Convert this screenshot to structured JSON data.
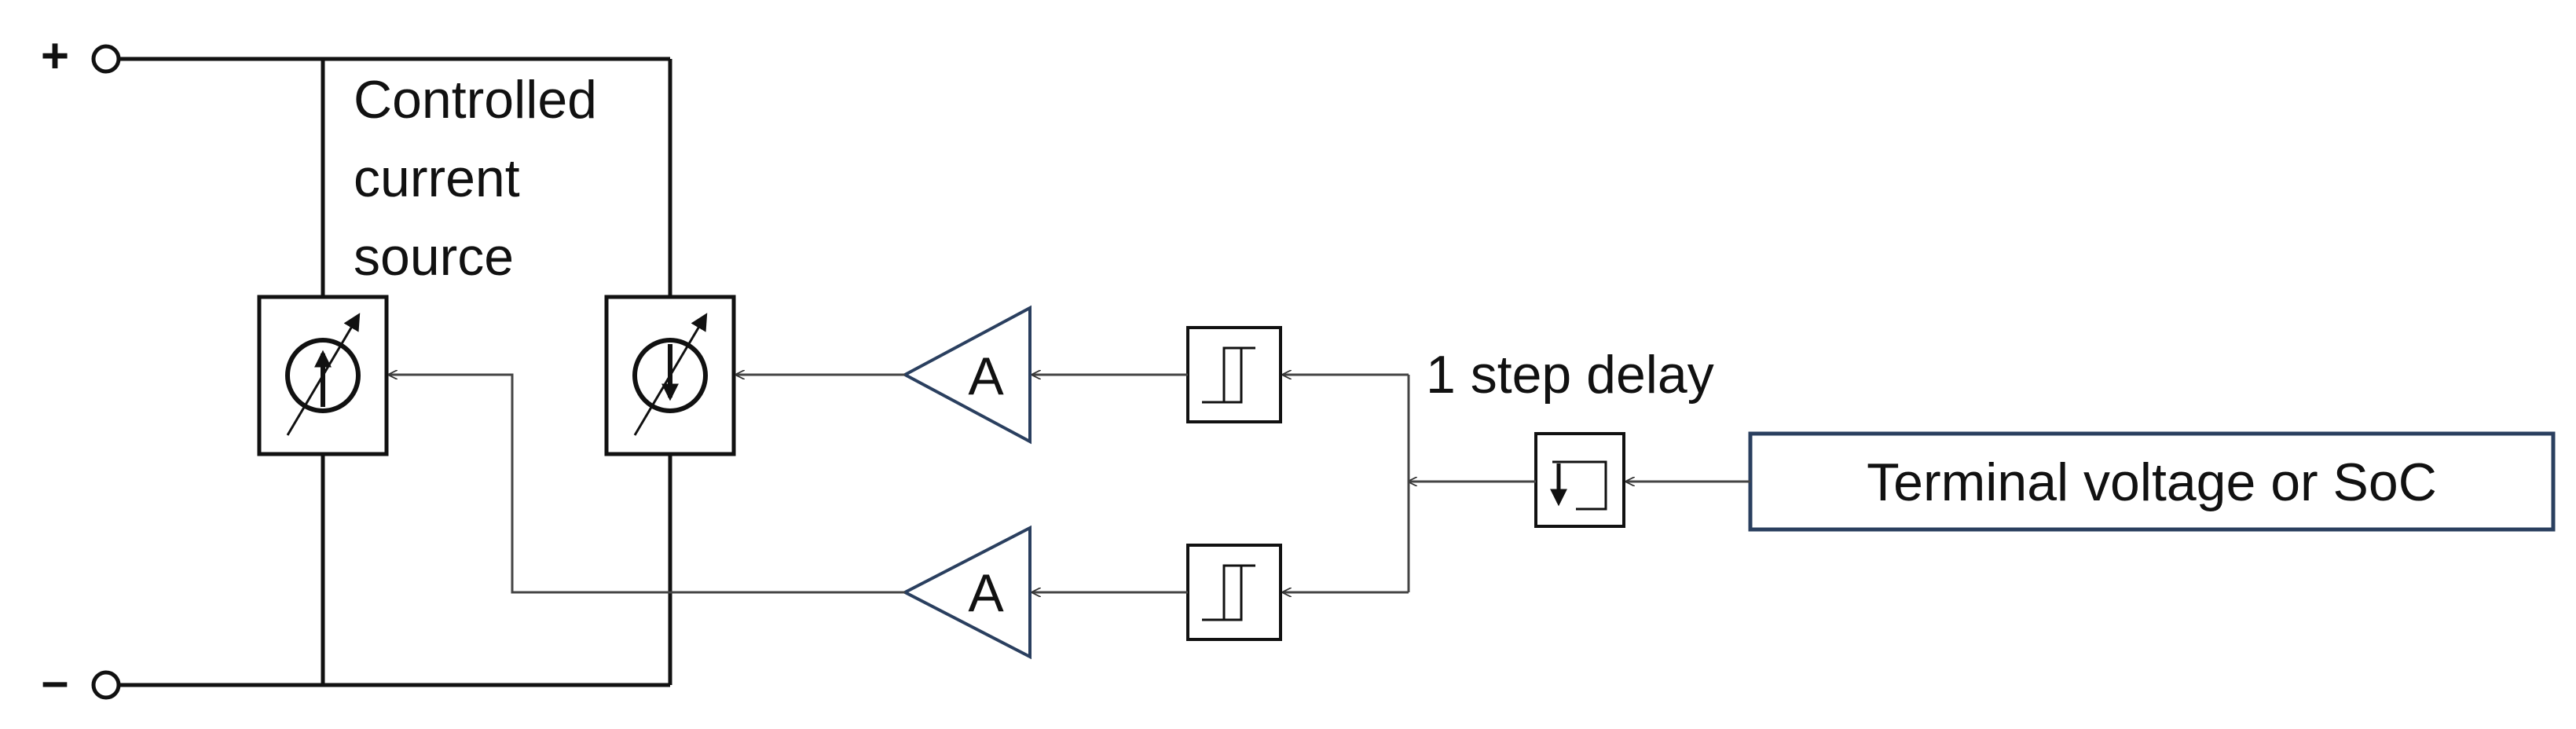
{
  "terminals": {
    "plus": "+",
    "minus": "–"
  },
  "labels": {
    "source_line1": "Controlled",
    "source_line2": "current",
    "source_line3": "source",
    "delay": "1 step delay",
    "input_box": "Terminal voltage or SoC"
  },
  "amplifiers": {
    "top": "A",
    "bottom": "A"
  },
  "colors": {
    "plus": "#e8000f",
    "minus": "#1f3fa8",
    "wire": "#111111",
    "signal_wire": "#444444",
    "input_box_border": "#2a3f5f"
  },
  "icons": {
    "charge_source": "current-source-up-arrow-icon",
    "discharge_source": "current-source-down-arrow-icon",
    "comparator": "hysteresis-comparator-icon",
    "delay_block": "unit-delay-icon"
  }
}
